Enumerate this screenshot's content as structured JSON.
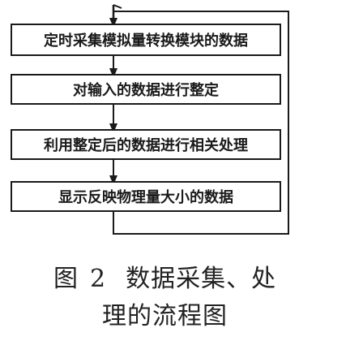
{
  "steps": [
    "定时采集模拟量转换模块的数据",
    "对输入的数据进行整定",
    "利用整定后的数据进行相关处理",
    "显示反映物理量大小的数据"
  ],
  "caption": {
    "label": "图",
    "number": "2",
    "line1": "数据采集、处",
    "line2": "理的流程图"
  },
  "colors": {
    "line": "#1a1a1a",
    "text": "#1a1a1a",
    "background": "#ffffff"
  }
}
